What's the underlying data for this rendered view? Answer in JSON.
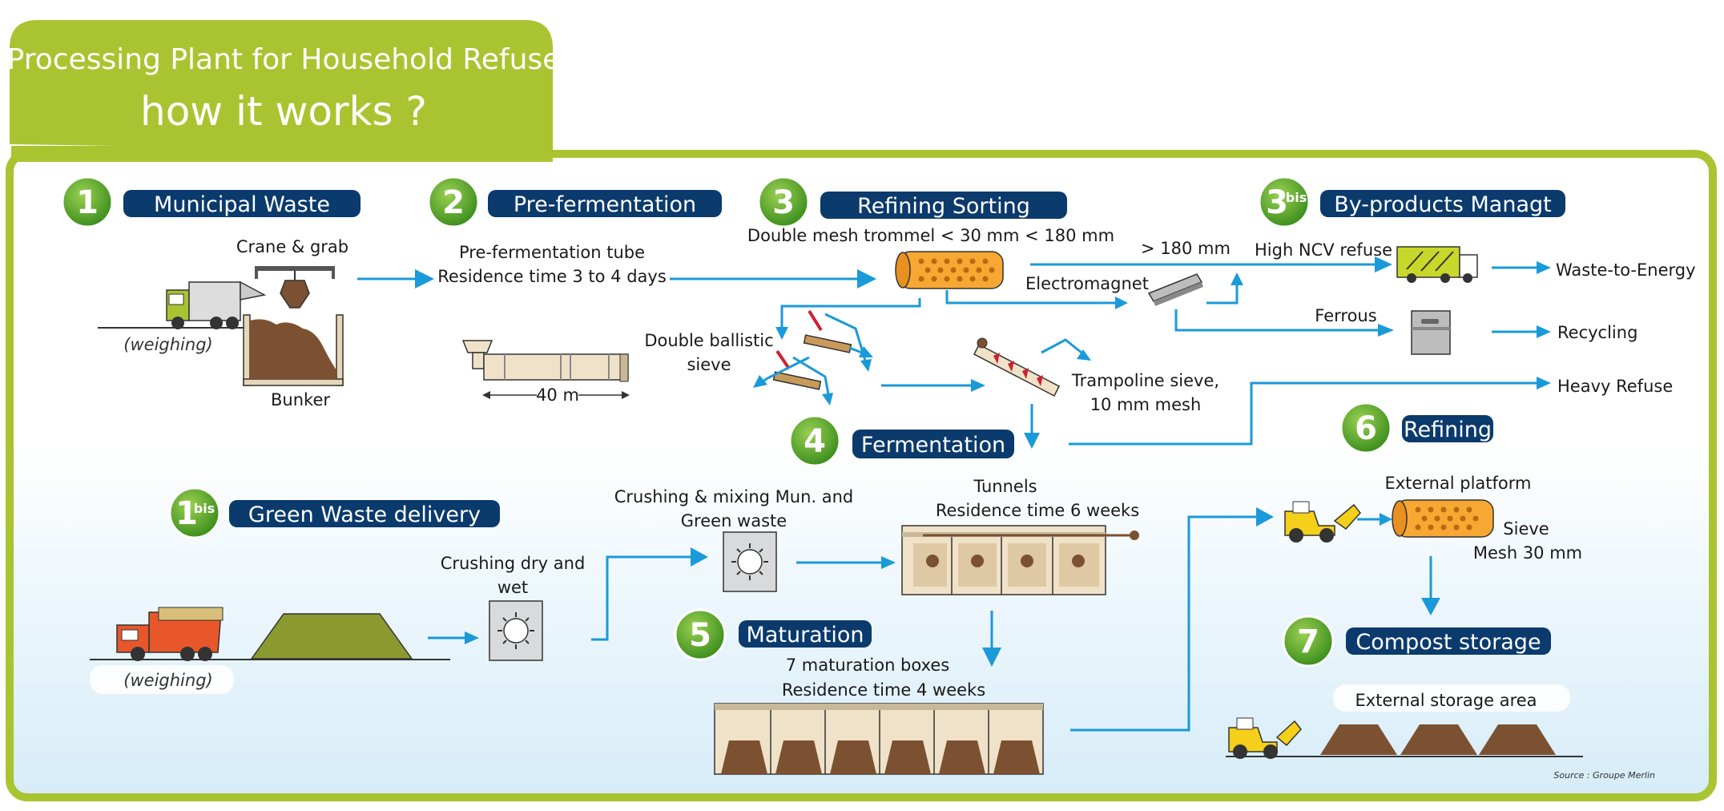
{
  "title": {
    "line1": "Processing Plant for Household Refuse",
    "line2": "how it works ?"
  },
  "colors": {
    "green": "#a9c430",
    "navy": "#0b3a6c",
    "arrow": "#1a9ad9",
    "step_circle": "#5aa52a",
    "compost": "#7b5131"
  },
  "steps": {
    "s1": {
      "num": "1",
      "title": "Municipal Waste"
    },
    "s1bis": {
      "num": "1",
      "sup": "bis",
      "title": "Green Waste delivery"
    },
    "s2": {
      "num": "2",
      "title": "Pre-fermentation"
    },
    "s3": {
      "num": "3",
      "title": "Refining Sorting"
    },
    "s3bis": {
      "num": "3",
      "sup": "bis",
      "title": "By-products Managt"
    },
    "s4": {
      "num": "4",
      "title": "Fermentation"
    },
    "s5": {
      "num": "5",
      "title": "Maturation"
    },
    "s6": {
      "num": "6",
      "title": "Refining"
    },
    "s7": {
      "num": "7",
      "title": "Compost storage"
    }
  },
  "labels": {
    "crane": "Crane & grab",
    "weighing": "(weighing)",
    "bunker": "Bunker",
    "tube1": "Pre-fermentation tube",
    "tube2": "Residence time 3 to 4 days",
    "tube_len": "40 m",
    "trommel": "Double mesh trommel < 30 mm < 180 mm",
    "gt180": "> 180 mm",
    "electromagnet": "Electromagnet",
    "high_ncv": "High NCV refuse",
    "ferrous": "Ferrous",
    "wte": "Waste-to-Energy",
    "recycling": "Recycling",
    "heavy": "Heavy Refuse",
    "ballistic1": "Double ballistic",
    "ballistic2": "sieve",
    "trampoline1": "Trampoline sieve,",
    "trampoline2": "10 mm mesh",
    "crushing_dry1": "Crushing dry and",
    "crushing_dry2": "wet",
    "crushing_mix1": "Crushing & mixing Mun. and",
    "crushing_mix2": "Green waste",
    "tunnels1": "Tunnels",
    "tunnels2": "Residence time 6 weeks",
    "mat1": "7 maturation boxes",
    "mat2": "Residence time 4 weeks",
    "ext_platform": "External platform",
    "sieve1": "Sieve",
    "sieve2": "Mesh 30 mm",
    "ext_storage": "External storage area",
    "source": "Source : Groupe Merlin"
  }
}
